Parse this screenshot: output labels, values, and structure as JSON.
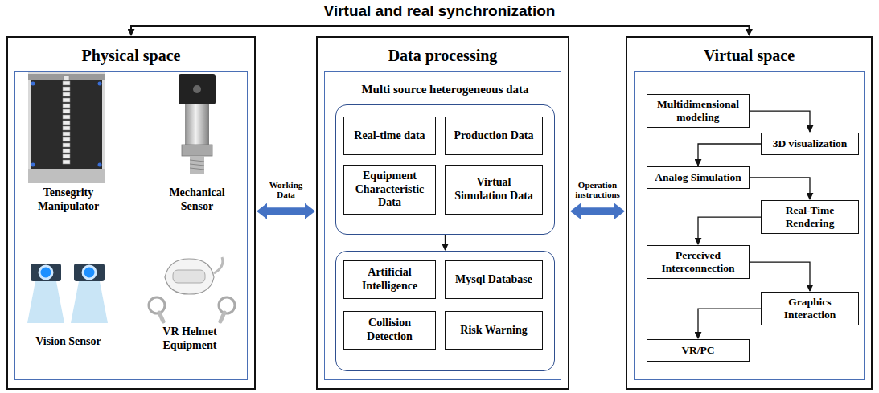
{
  "diagram": {
    "title": "Virtual and real synchronization",
    "nodes": [
      {
        "text": [
          "Physical space"
        ]
      },
      {
        "text": [
          "Data processing"
        ]
      },
      {
        "text": [
          "Multi source heterogeneous data"
        ],
        "in": 1
      },
      {
        "text": [
          "Real-time data"
        ],
        "in": 2
      },
      {
        "text": [
          "Production Data"
        ],
        "in": 2
      },
      {
        "text": [
          "Equipment Characteristic Data"
        ],
        "in": 2
      },
      {
        "text": [
          "Virtual Simulation Data"
        ],
        "in": 2
      },
      {
        "text": [],
        "in": 1
      },
      {
        "text": [
          "Artificial Intelligence"
        ],
        "in": 7
      },
      {
        "text": [
          "Mysql Database"
        ],
        "in": 7
      },
      {
        "text": [
          "Collision Detection"
        ],
        "in": 7
      },
      {
        "text": [
          "Risk Warning"
        ],
        "in": 7
      },
      {
        "text": [
          "Virtual space"
        ]
      },
      {
        "text": [
          "Multidimensional modeling"
        ],
        "in": 12
      },
      {
        "text": [
          "3D visualization"
        ],
        "in": 12
      },
      {
        "text": [
          "Analog Simulation"
        ],
        "in": 12
      },
      {
        "text": [
          "Real-Time Rendering"
        ],
        "in": 12
      },
      {
        "text": [
          "Perceived Interconnection"
        ],
        "in": 12
      },
      {
        "text": [
          "Graphics Interaction"
        ],
        "in": 12
      },
      {
        "text": [
          "VR/PC"
        ],
        "in": 12
      }
    ],
    "edges": [
      {
        "from": 0,
        "to": 12,
        "arrow": "both"
      },
      {
        "from": 0,
        "to": 1,
        "label": "Working Data",
        "arrow": "both"
      },
      {
        "from": 1,
        "to": 12,
        "label": "Operation instructions",
        "arrow": "both"
      },
      {
        "from": 2,
        "to": 7,
        "arrow": "to"
      },
      {
        "from": 13,
        "to": 14,
        "arrow": "to"
      },
      {
        "from": 14,
        "to": 15,
        "arrow": "to"
      },
      {
        "from": 15,
        "to": 16,
        "arrow": "to"
      },
      {
        "from": 16,
        "to": 17,
        "arrow": "to"
      },
      {
        "from": 17,
        "to": 18,
        "arrow": "to"
      },
      {
        "from": 18,
        "to": 19,
        "arrow": "to"
      }
    ],
    "labels": [
      "Tensegrity Manipulator",
      "Mechanical Sensor",
      "Vision Sensor",
      "VR Helmet Equipment"
    ]
  }
}
